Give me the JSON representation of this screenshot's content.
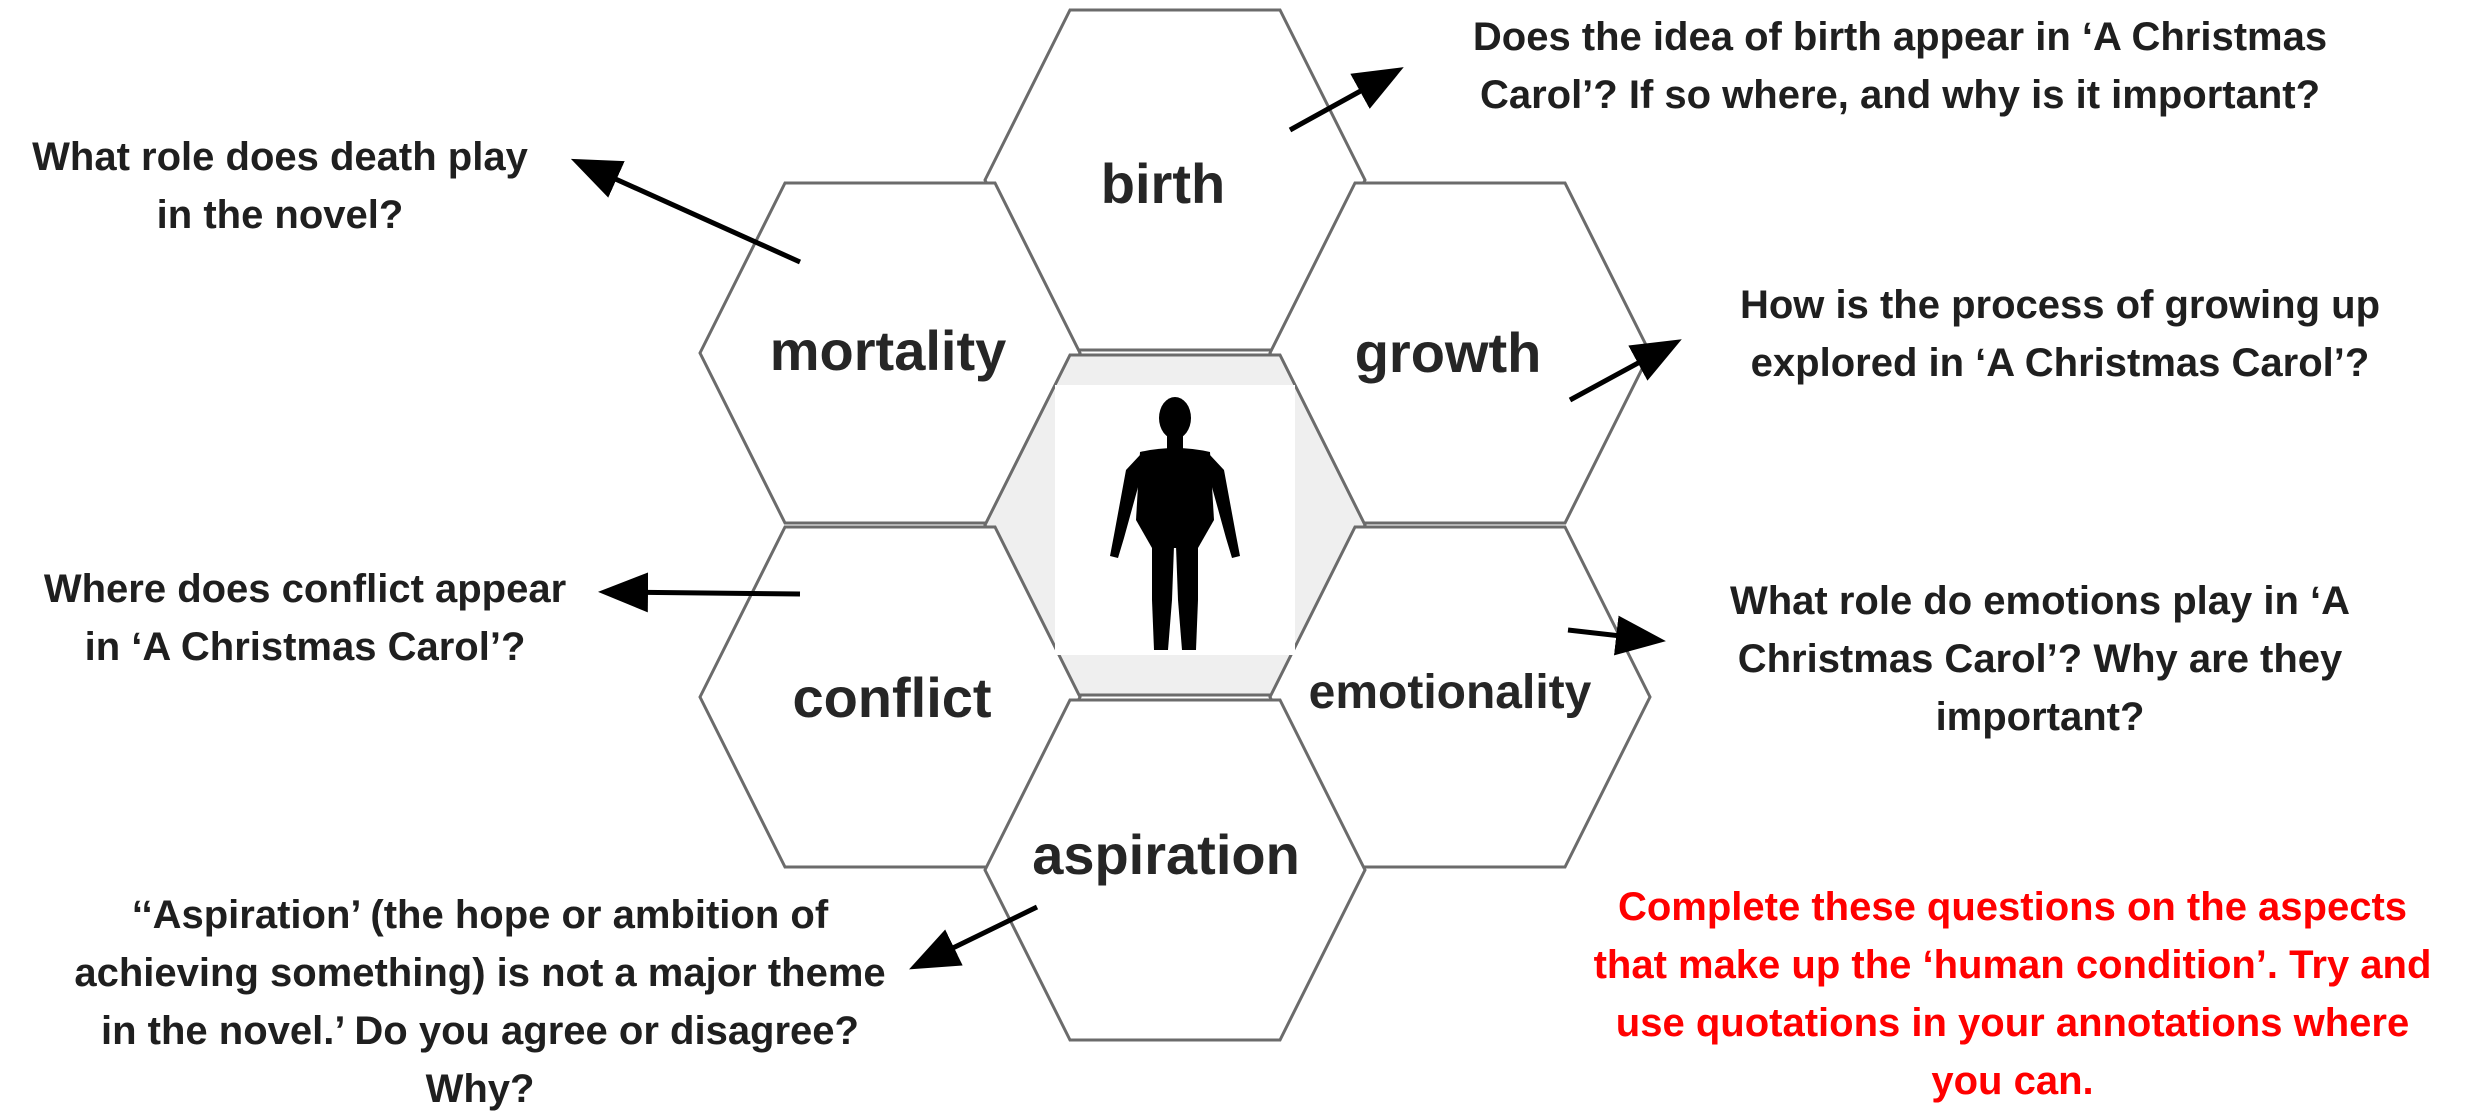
{
  "hexagons": {
    "birth": "birth",
    "mortality": "mortality",
    "growth": "growth",
    "conflict": "conflict",
    "emotionality": "emotionality",
    "aspiration": "aspiration"
  },
  "center_figure": {
    "icon": "human-silhouette-icon"
  },
  "questions": {
    "birth": {
      "line1": "Does the idea of birth appear in ‘A Christmas",
      "line2": "Carol’? If so where, and why is it important?"
    },
    "mortality": {
      "line1": "What role does death play",
      "line2": "in the novel?"
    },
    "growth": {
      "line1": "How is the process of growing up",
      "line2": "explored in ‘A Christmas Carol’?"
    },
    "conflict": {
      "line1": "Where does conflict appear",
      "line2": "in ‘A Christmas Carol’?"
    },
    "emotionality": {
      "line1": "What role do emotions play in ‘A",
      "line2": "Christmas Carol’? Why are they",
      "line3": "important?"
    },
    "aspiration": {
      "line1": "‘‘Aspiration’ (the hope or ambition of",
      "line2": "achieving something) is not a major theme",
      "line3": "in the novel.’ Do you agree or disagree?",
      "line4": "Why?"
    }
  },
  "instruction": {
    "line1": "Complete these questions on the aspects",
    "line2": "that make up the ‘human condition’. Try and",
    "line3": "use quotations in your annotations where",
    "line4": "you can."
  },
  "colors": {
    "instruction_text": "#ff0000",
    "question_text": "#1f1f1f",
    "hex_stroke": "#6b6b6b",
    "center_fill": "#efefef",
    "arrow": "#000000"
  }
}
